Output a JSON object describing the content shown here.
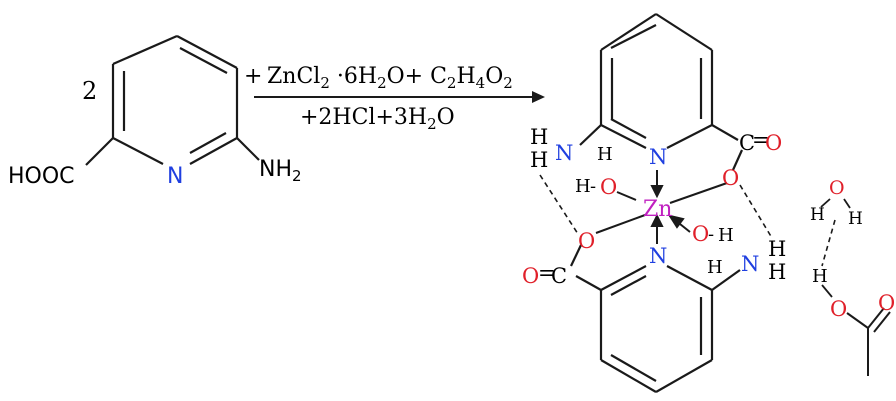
{
  "colors": {
    "bond": "#1a1a1a",
    "oxygen": "#e0202a",
    "nitrogen": "#1f3fe0",
    "zinc": "#c020c0",
    "text": "#000000"
  },
  "reactant": {
    "coefficient": "2",
    "carboxyl_label": "HOOC",
    "ring_nitrogen": "N",
    "amine_label": "NH",
    "amine_sub": "2"
  },
  "arrow": {
    "plus": "+",
    "reagents_line1": [
      {
        "t": "ZnCl",
        "s": "normal"
      },
      {
        "t": "2",
        "s": "sub"
      },
      {
        "t": " ·",
        "s": "normal"
      },
      {
        "t": "6H",
        "s": "normal"
      },
      {
        "t": "2",
        "s": "sub"
      },
      {
        "t": "O+ C",
        "s": "normal"
      },
      {
        "t": "2",
        "s": "sub"
      },
      {
        "t": "H",
        "s": "normal"
      },
      {
        "t": "4",
        "s": "sub"
      },
      {
        "t": "O",
        "s": "normal"
      },
      {
        "t": "2",
        "s": "sub"
      }
    ],
    "reagents_line2": [
      {
        "t": "+2HCl+3H",
        "s": "normal"
      },
      {
        "t": "2",
        "s": "sub"
      },
      {
        "t": "O",
        "s": "normal"
      }
    ]
  },
  "product": {
    "metal": "Zn",
    "N": "N",
    "O": "O",
    "H": "H",
    "carbonyl_label": "C=O",
    "carbonyl_label_left": "O=C",
    "bond_dash": "—"
  }
}
